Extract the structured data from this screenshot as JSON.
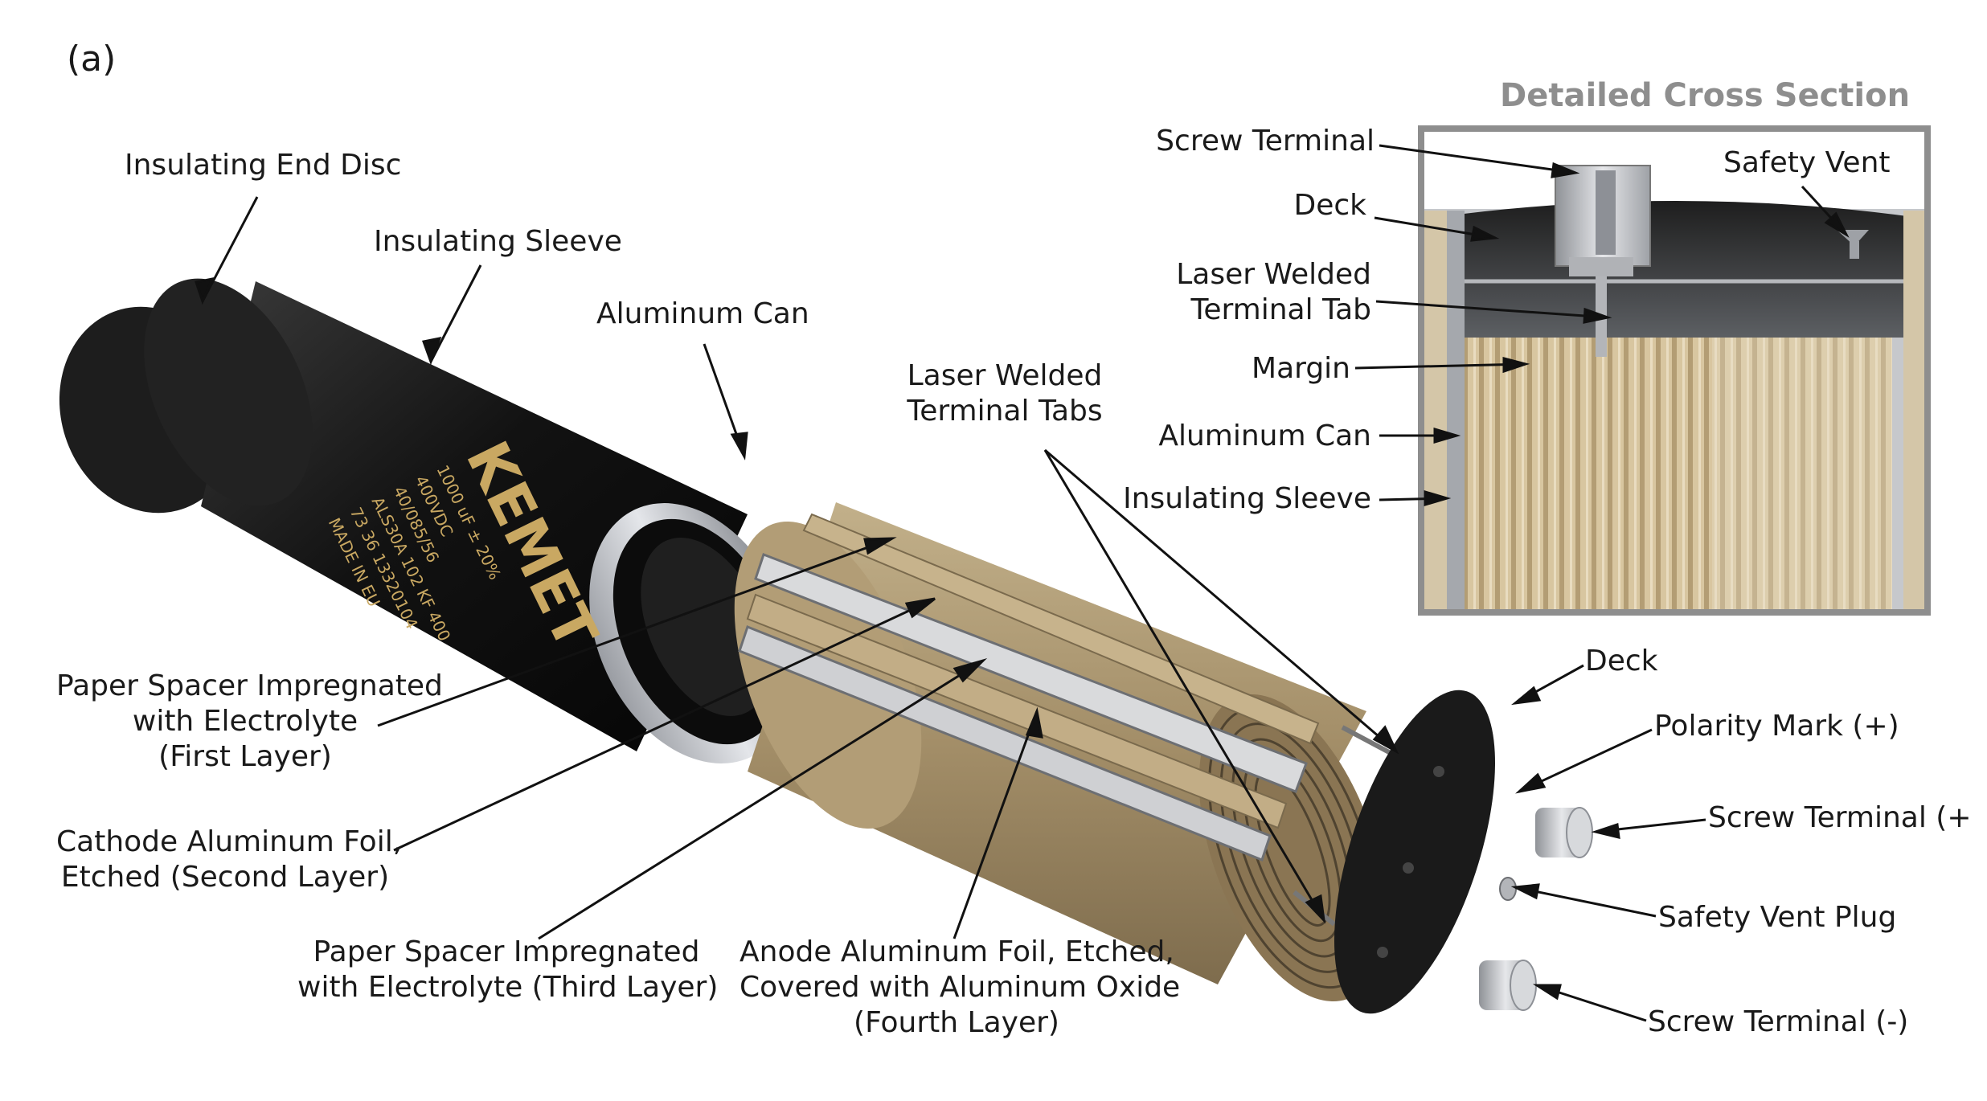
{
  "panel_label": "(a)",
  "cross_section_title": "Detailed Cross Section",
  "labels": {
    "insulating_end_disc": "Insulating End Disc",
    "insulating_sleeve": "Insulating Sleeve",
    "aluminum_can": "Aluminum Can",
    "laser_welded_terminal_tabs": [
      "Laser Welded",
      "Terminal Tabs"
    ],
    "paper_spacer_first": [
      "Paper Spacer Impregnated",
      "with Electrolyte",
      "(First Layer)"
    ],
    "cathode_foil": [
      "Cathode Aluminum Foil,",
      "Etched (Second Layer)"
    ],
    "paper_spacer_third": [
      "Paper Spacer Impregnated",
      "with Electrolyte (Third Layer)"
    ],
    "anode_foil": [
      "Anode Aluminum Foil, Etched,",
      "Covered with Aluminum Oxide",
      "(Fourth Layer)"
    ],
    "deck": "Deck",
    "polarity_mark": "Polarity Mark (+)",
    "screw_terminal_plus": "Screw Terminal (+",
    "safety_vent_plug": "Safety Vent Plug",
    "screw_terminal_minus": "Screw Terminal (-)"
  },
  "cross_section_labels": {
    "screw_terminal": "Screw Terminal",
    "safety_vent": "Safety Vent",
    "deck": "Deck",
    "laser_welded_terminal_tab": [
      "Laser Welded",
      "Terminal Tab"
    ],
    "margin": "Margin",
    "aluminum_can": "Aluminum Can",
    "insulating_sleeve": "Insulating Sleeve"
  },
  "can_markings": {
    "brand": "KEMET",
    "lines": [
      "1000 uF ± 20%",
      "400VDC",
      "40/085/56",
      "ALS30A 102 KF 400",
      "73    36    13320104",
      "MADE IN EU"
    ]
  },
  "colors": {
    "can_black": "#161616",
    "brand_gold": "#c9a862",
    "paper_tan": "#a99572",
    "aluminum": "#c9cbcf",
    "frame_gray": "#8e8e8e"
  }
}
